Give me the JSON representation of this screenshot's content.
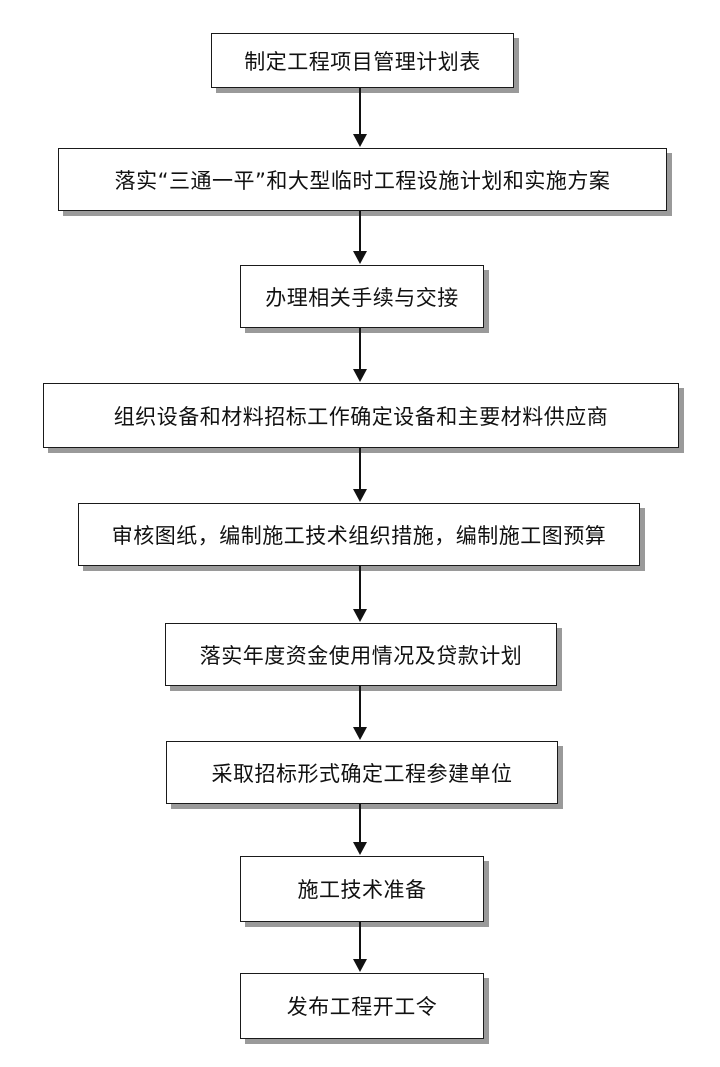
{
  "flowchart": {
    "steps": [
      {
        "label": "制定工程项目管理计划表"
      },
      {
        "label": "落实“三通一平”和大型临时工程设施计划和实施方案"
      },
      {
        "label": "办理相关手续与交接"
      },
      {
        "label": "组织设备和材料招标工作确定设备和主要材料供应商"
      },
      {
        "label": "审核图纸，编制施工技术组织措施，编制施工图预算"
      },
      {
        "label": "落实年度资金使用情况及贷款计划"
      },
      {
        "label": "采取招标形式确定工程参建单位"
      },
      {
        "label": "施工技术准备"
      },
      {
        "label": "发布工程开工令"
      }
    ]
  },
  "colors": {
    "border": "#1a1a1a",
    "shadow": "#9a9a9a",
    "arrow": "#111111",
    "background": "#ffffff"
  }
}
